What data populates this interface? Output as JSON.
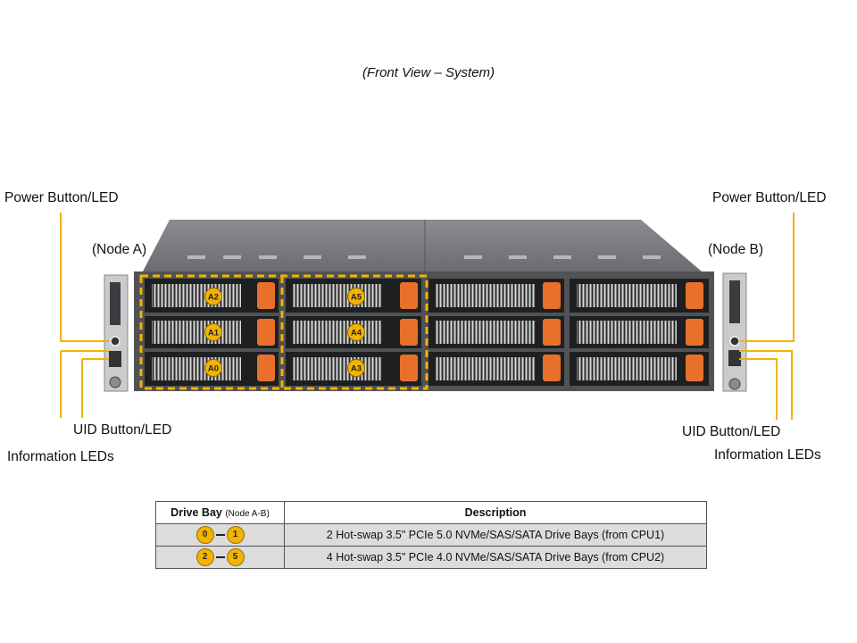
{
  "caption": "(Front View – System)",
  "labels": {
    "power_left": "Power Button/LED",
    "node_a": "(Node A)",
    "uid_left": "UID  Button/LED",
    "info_left": "Information  LEDs",
    "power_right": "Power Button/LED",
    "node_b": "(Node B)",
    "uid_right": "UID Button/LED",
    "info_right": "Information  LEDs"
  },
  "drive_badges": {
    "a5": "A5",
    "a2": "A2",
    "a4": "A4",
    "a1": "A1",
    "a3": "A3",
    "a0": "A0"
  },
  "colors": {
    "callout": "#f2b400",
    "tray_handle": "#e8702a",
    "chassis": "#5d5f62",
    "highlight": "#f2b400"
  },
  "table": {
    "header_bay": "Drive Bay",
    "header_bay_note": "(Node A-B)",
    "header_desc": "Description",
    "rows": [
      {
        "from": "0",
        "to": "1",
        "desc": "2 Hot-swap  3.5\" PCIe  5.0 NVMe/SAS/SATA Drive  Bays (from  CPU1)"
      },
      {
        "from": "2",
        "to": "5",
        "desc": "4 Hot-swap  3.5\" PCIe  4.0 NVMe/SAS/SATA Drive  Bays (from  CPU2)"
      }
    ]
  }
}
